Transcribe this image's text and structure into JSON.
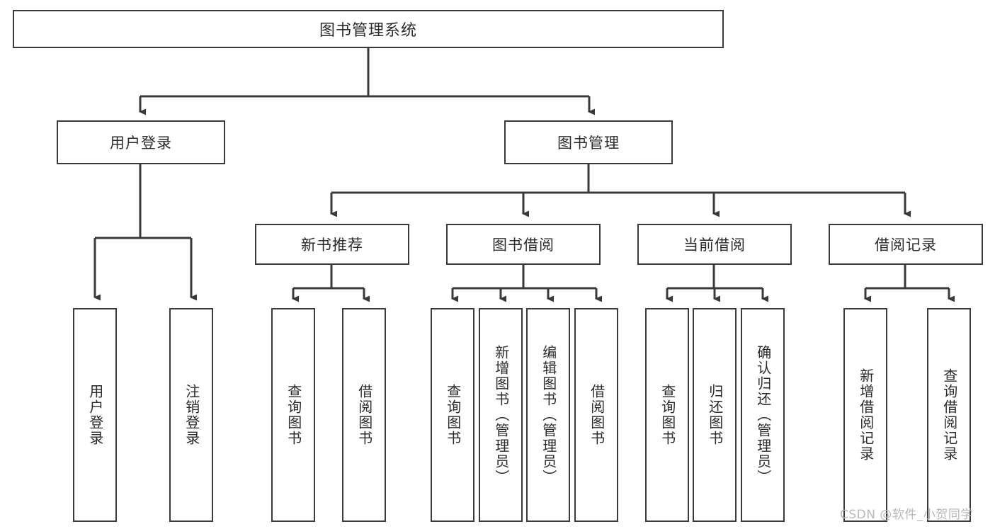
{
  "diagram": {
    "title": "图书管理系统",
    "type": "hierarchy-tree",
    "background_color": "#ffffff",
    "line_color": "#3a3a3a",
    "text_color": "#2b2b2b",
    "levels": [
      {
        "level": 1,
        "nodes": [
          {
            "id": "root",
            "label": "图书管理系统",
            "orientation": "horizontal"
          }
        ]
      },
      {
        "level": 2,
        "nodes": [
          {
            "id": "login",
            "label": "用户登录",
            "orientation": "horizontal"
          },
          {
            "id": "bookmgmt",
            "label": "图书管理",
            "orientation": "horizontal"
          }
        ]
      },
      {
        "level": 3,
        "nodes": [
          {
            "id": "newbook",
            "label": "新书推荐",
            "orientation": "horizontal"
          },
          {
            "id": "borrow",
            "label": "图书借阅",
            "orientation": "horizontal"
          },
          {
            "id": "current",
            "label": "当前借阅",
            "orientation": "horizontal"
          },
          {
            "id": "records",
            "label": "借阅记录",
            "orientation": "horizontal"
          }
        ]
      },
      {
        "level": 4,
        "nodes": [
          {
            "id": "leaf1",
            "label": "用户登录",
            "orientation": "vertical",
            "parent": "login"
          },
          {
            "id": "leaf2",
            "label": "注销登录",
            "orientation": "vertical",
            "parent": "login"
          },
          {
            "id": "leaf3",
            "label": "查询图书",
            "orientation": "vertical",
            "parent": "newbook"
          },
          {
            "id": "leaf4",
            "label": "借阅图书",
            "orientation": "vertical",
            "parent": "newbook"
          },
          {
            "id": "leaf5",
            "label": "查询图书",
            "orientation": "vertical",
            "parent": "borrow"
          },
          {
            "id": "leaf6",
            "label": "新增图书（管理员）",
            "orientation": "vertical",
            "parent": "borrow"
          },
          {
            "id": "leaf7",
            "label": "编辑图书（管理员）",
            "orientation": "vertical",
            "parent": "borrow"
          },
          {
            "id": "leaf8",
            "label": "借阅图书",
            "orientation": "vertical",
            "parent": "borrow"
          },
          {
            "id": "leaf9",
            "label": "查询图书",
            "orientation": "vertical",
            "parent": "current"
          },
          {
            "id": "leaf10",
            "label": "归还图书",
            "orientation": "vertical",
            "parent": "current"
          },
          {
            "id": "leaf11",
            "label": "确认归还（管理员）",
            "orientation": "vertical",
            "parent": "current"
          },
          {
            "id": "leaf12",
            "label": "新增借阅记录",
            "orientation": "vertical",
            "parent": "records"
          },
          {
            "id": "leaf13",
            "label": "查询借阅记录",
            "orientation": "vertical",
            "parent": "records"
          }
        ]
      }
    ]
  },
  "watermark": {
    "text": "CSDN @软件_小贺同学"
  }
}
